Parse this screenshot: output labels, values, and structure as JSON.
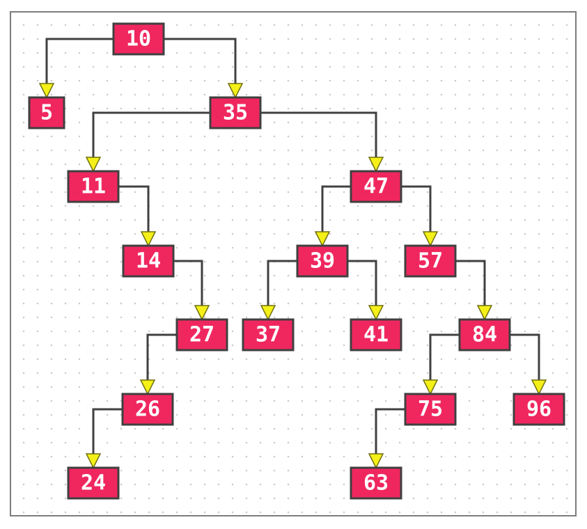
{
  "colors": {
    "node_fill": "#f0275f",
    "node_border": "#404040",
    "node_text": "#ffffff",
    "edge": "#404040",
    "arrowhead": "#f4f018",
    "grid_dot": "#c8c8c8",
    "frame_border": "#7d7d7d"
  },
  "tree": {
    "nodes": [
      {
        "id": "10",
        "label": "10"
      },
      {
        "id": "5",
        "label": "5"
      },
      {
        "id": "35",
        "label": "35"
      },
      {
        "id": "11",
        "label": "11"
      },
      {
        "id": "47",
        "label": "47"
      },
      {
        "id": "14",
        "label": "14"
      },
      {
        "id": "39",
        "label": "39"
      },
      {
        "id": "57",
        "label": "57"
      },
      {
        "id": "27",
        "label": "27"
      },
      {
        "id": "37",
        "label": "37"
      },
      {
        "id": "41",
        "label": "41"
      },
      {
        "id": "84",
        "label": "84"
      },
      {
        "id": "26",
        "label": "26"
      },
      {
        "id": "75",
        "label": "75"
      },
      {
        "id": "96",
        "label": "96"
      },
      {
        "id": "24",
        "label": "24"
      },
      {
        "id": "63",
        "label": "63"
      }
    ],
    "edges": [
      {
        "from": "10",
        "to": "5"
      },
      {
        "from": "10",
        "to": "35"
      },
      {
        "from": "35",
        "to": "11"
      },
      {
        "from": "35",
        "to": "47"
      },
      {
        "from": "11",
        "to": "14"
      },
      {
        "from": "14",
        "to": "27"
      },
      {
        "from": "27",
        "to": "26"
      },
      {
        "from": "26",
        "to": "24"
      },
      {
        "from": "47",
        "to": "39"
      },
      {
        "from": "47",
        "to": "57"
      },
      {
        "from": "39",
        "to": "37"
      },
      {
        "from": "39",
        "to": "41"
      },
      {
        "from": "57",
        "to": "84"
      },
      {
        "from": "84",
        "to": "75"
      },
      {
        "from": "84",
        "to": "96"
      },
      {
        "from": "75",
        "to": "63"
      }
    ]
  }
}
